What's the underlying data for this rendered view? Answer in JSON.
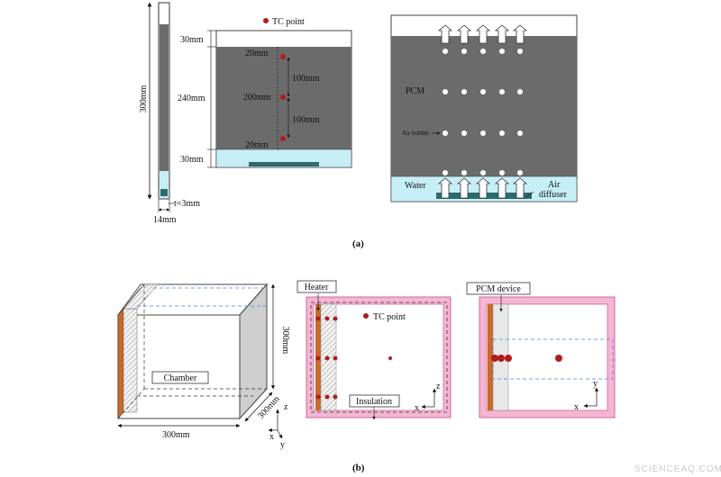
{
  "colors": {
    "pcm": "#6b6b6b",
    "water": "#c6eef7",
    "diffuser": "#2e6b6e",
    "tc_point": "#b31b1b",
    "heater": "#c86a2a",
    "insulation": "#f4b6d2",
    "insulation_stroke": "#d264a0",
    "dashed_blue": "#4f7fd6"
  },
  "panel_a": {
    "label": "(a)",
    "side_view": {
      "height_label": "300mm",
      "width_label": "14mm",
      "thickness_label": "t=3mm"
    },
    "front_view": {
      "legend": "TC point",
      "dim_top": "30mm",
      "dim_mid": "240mm",
      "dim_bottom": "30mm",
      "tc_top": "20mm",
      "tc_center": "200mm",
      "tc_bottom": "20mm",
      "gap_upper": "100mm",
      "gap_lower": "100mm"
    },
    "flow_view": {
      "pcm_label": "PCM",
      "bubble_label": "Air bubble",
      "water_label": "Water",
      "diffuser_label_1": "Air",
      "diffuser_label_2": "diffuser"
    }
  },
  "panel_b": {
    "label": "(b)",
    "chamber_3d": {
      "chamber_label": "Chamber",
      "width_label": "300mm",
      "height_label": "300mm",
      "depth_label": "300mm",
      "axis_z": "z",
      "axis_x": "x",
      "axis_y": "y"
    },
    "top_view": {
      "heater_label": "Heater",
      "legend": "TC point",
      "insulation_label": "Insulation",
      "axis_z": "z",
      "axis_x": "x"
    },
    "pcm_view": {
      "device_label": "PCM device",
      "axis_y": "y",
      "axis_x": "x"
    }
  },
  "watermark": "SCIENCEAQ.COM"
}
